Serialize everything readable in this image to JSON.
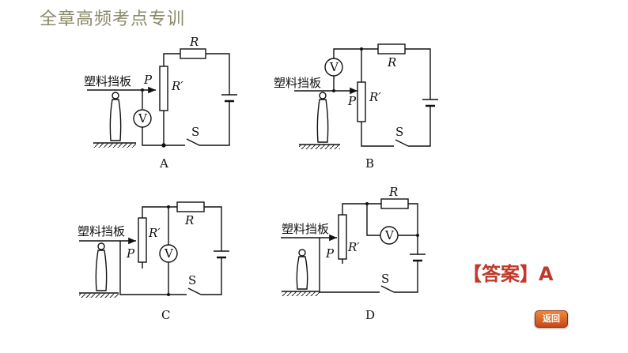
{
  "header": {
    "title": "全章高频考点专训"
  },
  "labels": {
    "shield": "塑料挡板",
    "resistor": "R",
    "rheostat": "R′",
    "slider": "P",
    "switch": "S",
    "voltmeter": "V"
  },
  "options": [
    "A",
    "B",
    "C",
    "D"
  ],
  "answer": {
    "text": "【答案】A"
  },
  "back_button": {
    "label": "返回"
  }
}
